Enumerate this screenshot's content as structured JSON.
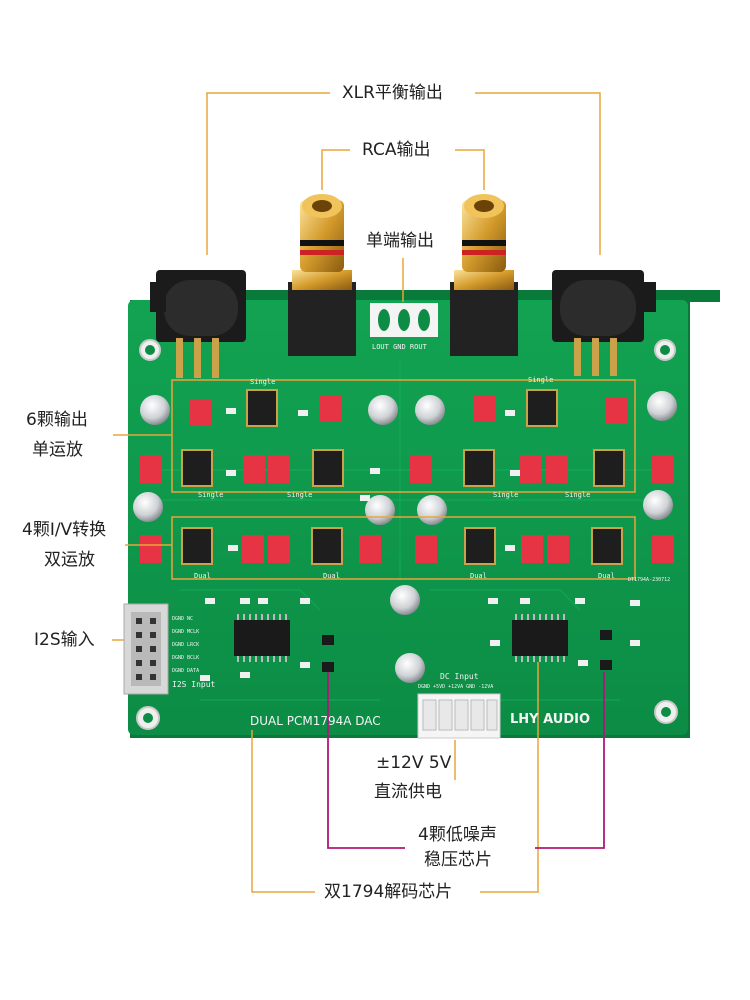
{
  "annotations": {
    "xlr_output": "XLR平衡输出",
    "rca_output": "RCA输出",
    "single_ended_output": "单端输出",
    "output_opamp_line1": "6颗输出",
    "output_opamp_line2": "单运放",
    "iv_opamp_line1": "4颗I/V转换",
    "iv_opamp_line2": "双运放",
    "i2s_input": "I2S输入",
    "power_line1": "±12V 5V",
    "power_line2": "直流供电",
    "regulator_line1": "4颗低噪声",
    "regulator_line2": "稳压芯片",
    "decoder_chip": "双1794解码芯片"
  },
  "silkscreen": {
    "board_name": "DUAL PCM1794A DAC",
    "brand": "LHY AUDIO",
    "out_labels": "LOUT GND ROUT",
    "dc_input": "DC Input",
    "dc_pins": "DGND +5VD +12VA GND -12VA",
    "i2s_label": "I2S Input",
    "i2s_pins": [
      "DGND NC",
      "DGND MCLK",
      "DGND LRCK",
      "DGND BCLK",
      "DGND DATA"
    ],
    "single_label": "Single",
    "dual_label": "Dual",
    "version": "DT1794A-230712"
  },
  "colors": {
    "pcb_green": "#0f9a4c",
    "annotation_orange": "#e8a53a",
    "annotation_magenta": "#b0177a",
    "capacitor_red": "#e63445"
  }
}
